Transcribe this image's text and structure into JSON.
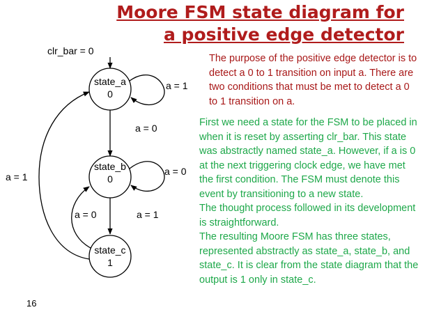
{
  "title": {
    "line1": "Moore FSM state diagram for",
    "line2": "a positive edge detector"
  },
  "intro_text": "The purpose of the positive edge detector is to detect a 0 to 1 transition on input a. There are two conditions that must be met to detect a 0 to 1 transition on a.",
  "body_text": {
    "p1": "First we need a state for the FSM to be placed in when it is reset by asserting clr_bar. This state was abstractly named state_a. However, if a is 0 at the next triggering clock edge, we have met the first condition. The FSM must denote this event by transitioning to a new state.",
    "p2": "The thought process followed in its development is straightforward.",
    "p3": "The resulting Moore FSM has three states, represented abstractly as state_a, state_b, and state_c. It is clear from the state diagram that the output is 1 only in state_c."
  },
  "page_number": "16",
  "diagram": {
    "reset_label": "clr_bar = 0",
    "states": {
      "a": {
        "name": "state_a",
        "output": "0"
      },
      "b": {
        "name": "state_b",
        "output": "0"
      },
      "c": {
        "name": "state_c",
        "output": "1"
      }
    },
    "transitions": {
      "a_self": "a = 1",
      "a_to_b": "a = 0",
      "b_self": "a = 0",
      "b_to_c": "a = 1",
      "c_to_b": "a = 0",
      "c_to_a": "a = 1"
    }
  }
}
